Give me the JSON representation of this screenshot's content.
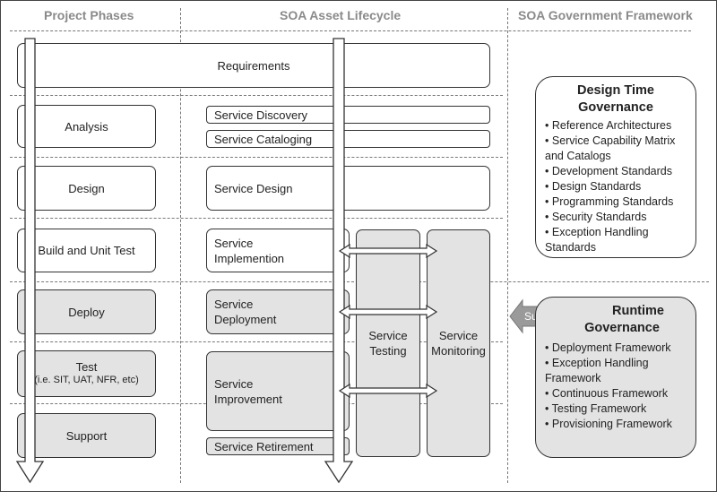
{
  "headers": {
    "phases": "Project Phases",
    "lifecycle": "SOA Asset Lifecycle",
    "framework": "SOA Government Framework"
  },
  "requirements": "Requirements",
  "phases": [
    {
      "label": "Analysis"
    },
    {
      "label": "Design"
    },
    {
      "label": "Build and Unit Test"
    },
    {
      "label": "Deploy"
    },
    {
      "label": "Test",
      "sub": "(i.e. SIT, UAT, NFR, etc)"
    },
    {
      "label": "Support"
    }
  ],
  "lifecycle": {
    "discovery": "Service Discovery",
    "cataloging": "Service Cataloging",
    "design": "Service Design",
    "implementation": [
      "Service",
      "Implemention"
    ],
    "deployment": [
      "Service",
      "Deployment"
    ],
    "improvement": [
      "Service",
      "Improvement"
    ],
    "retirement": "Service Retirement",
    "testing": [
      "Service",
      "Testing"
    ],
    "monitoring": [
      "Service",
      "Monitoring"
    ]
  },
  "design_time": {
    "title_1": "Design Time",
    "title_2": "Governance",
    "items": [
      "Reference Architectures",
      "Service Capability Matrix and Catalogs",
      "Development Standards",
      "Design Standards",
      "Programming Standards",
      "Security Standards",
      "Exception Handling Standards"
    ]
  },
  "runtime": {
    "title_1": "Runtime",
    "title_2": "Governance",
    "items": [
      "Deployment Framework",
      "Exception Handling Framework",
      "Continuous Framework",
      "Testing Framework",
      "Provisioning Framework"
    ]
  },
  "supports": "Supports",
  "colors": {
    "gray_fill": "#e3e3e3",
    "border": "#333333",
    "header_text": "#8a8a8a"
  }
}
